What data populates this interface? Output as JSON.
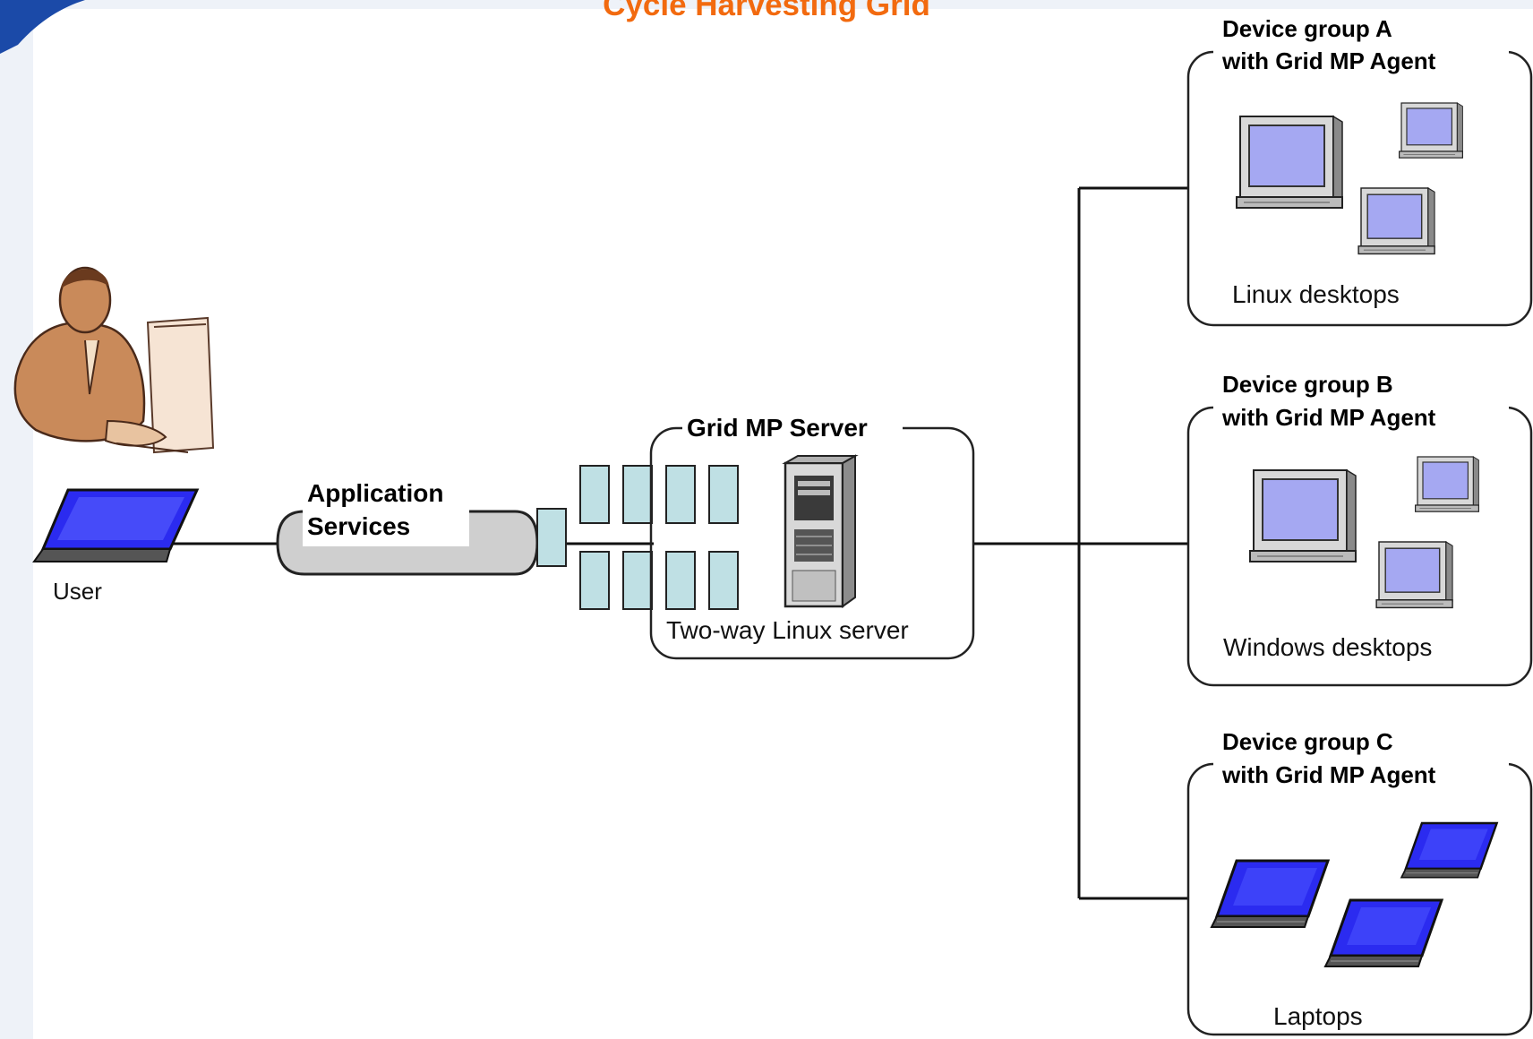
{
  "title": "Cycle Harvesting Grid",
  "user": {
    "label": "User"
  },
  "app_services": {
    "line1": "Application",
    "line2": "Services"
  },
  "server": {
    "title": "Grid MP Server",
    "caption": "Two-way Linux server"
  },
  "groups": [
    {
      "line1": "Device group A",
      "line2": "with Grid MP Agent",
      "caption": "Linux desktops"
    },
    {
      "line1": "Device group B",
      "line2": "with Grid MP Agent",
      "caption": "Windows desktops"
    },
    {
      "line1": "Device group C",
      "line2": "with Grid MP Agent",
      "caption": "Laptops"
    }
  ],
  "colors": {
    "title": "#f26a0f",
    "queue_block": "#bfe0e4",
    "screen": "#9aa0f0",
    "laptop_screen": "#2a2aea",
    "app_cloud": "#cfcfcf"
  }
}
